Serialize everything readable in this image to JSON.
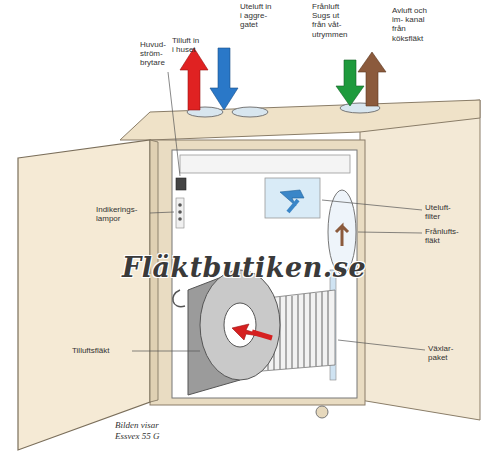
{
  "diagram": {
    "caption": "Bilden visar Essvex 55 G",
    "labels": [
      "Huvud- ström- brytare",
      "Tilluft in i huset",
      "Uteluft in i aggre- gatet",
      "Frånluft Sugs ut från våt- utrymmen",
      "Avluft och im- kanal från köksfläkt",
      "Indikerings- lampor",
      "Uteluft- filter",
      "Frånlufts- fläkt",
      "Tilluftsfläkt",
      "Växlar- paket",
      "Fläktbutiken.se"
    ]
  }
}
